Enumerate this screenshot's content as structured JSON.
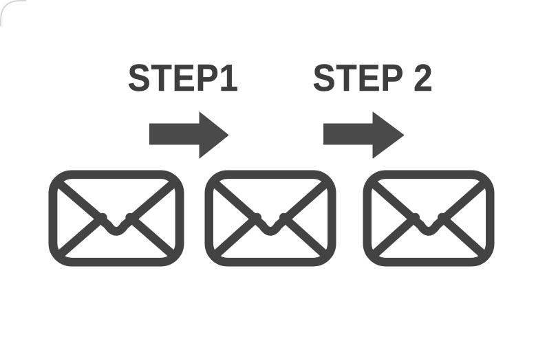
{
  "diagram": {
    "title": "email steps diagram",
    "steps": [
      {
        "label": "STEP1",
        "arrow_icon": "arrow-right-icon"
      },
      {
        "label": "STEP 2",
        "arrow_icon": "arrow-right-icon"
      }
    ],
    "envelopes": {
      "count": 3,
      "icon": "envelope-icon"
    },
    "colors": {
      "background": "#ffffff",
      "label_text": "#3e3e3e",
      "arrow": "#4a4a4a",
      "envelope_outline": "#434343",
      "card_corner_line": "#d6d6d6"
    }
  }
}
